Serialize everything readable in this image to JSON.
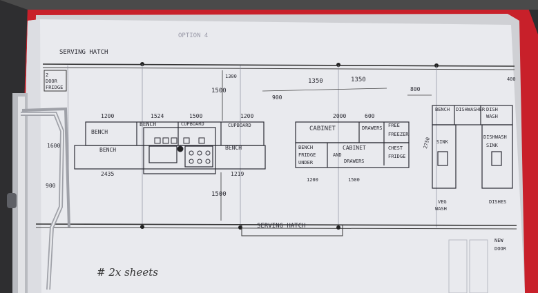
{
  "sheet": {
    "faint_title": "OPTION 4",
    "top_hatch_label": "SERVING HATCH",
    "bottom_hatch_label": "SERVING HATCH",
    "fridge_label": [
      "2",
      "DOOR",
      "FRIDGE"
    ],
    "note": "# 2x sheets",
    "new_door_label": [
      "NEW",
      "DOOR"
    ]
  },
  "island_left": {
    "dims_top": [
      "1200",
      "1524",
      "1500",
      "1200"
    ],
    "blocks": [
      "BENCH",
      "BENCH",
      "CUPBOARD",
      "CUPBOARD"
    ],
    "lower_bench": "BENCH",
    "right_bench": "BENCH",
    "dim_bottom_left": "2435",
    "dim_bottom_right": "1219",
    "dim_left": "900",
    "dim_side": "1600"
  },
  "vertical_dims": {
    "upper": "1500",
    "small": "1300",
    "lower": "1500"
  },
  "island_right": {
    "dims_top": [
      "2000",
      "600"
    ],
    "dims_upper": [
      "1350",
      "1350"
    ],
    "dim_900": "900",
    "cabinet": "CABINET",
    "drawers": "DRAWERS",
    "freezer": [
      "FREE",
      "FREEZER"
    ],
    "bench_fridge": [
      "BENCH",
      "FRIDGE",
      "UNDER"
    ],
    "cabinet_drawers": [
      "CABINET",
      "AND",
      "DRAWERS"
    ],
    "chest_fridge": [
      "CHEST",
      "FRIDGE"
    ],
    "dims_bottom": [
      "1200",
      "1500"
    ]
  },
  "sinks": {
    "dim_top": "800",
    "bench": "BENCH",
    "dishwasher_top": "DISHWASHER",
    "dishwasher_mid": [
      "DISH",
      "WASH"
    ],
    "sink_left": "SINK",
    "sink_right": [
      "DISHWASH",
      "SINK"
    ],
    "veg_wash": [
      "VEG",
      "WASH"
    ],
    "dishes": "DISHES",
    "dim_side": "2750",
    "dim_side_right": "400"
  }
}
